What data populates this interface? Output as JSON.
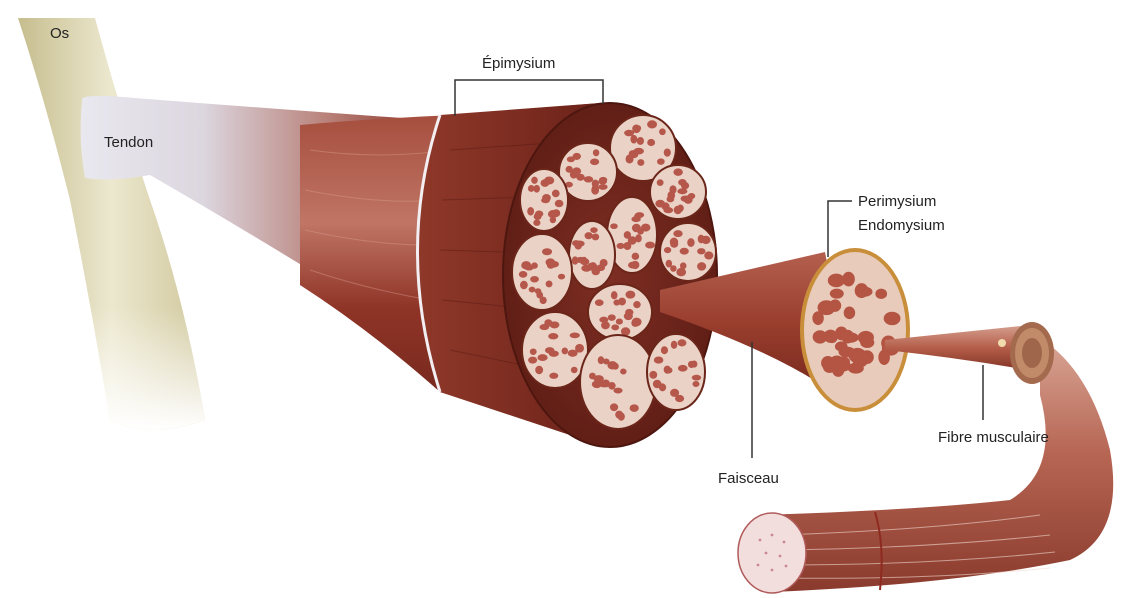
{
  "labels": {
    "os": "Os",
    "tendon": "Tendon",
    "epimysium": "Épimysium",
    "perimysium": "Perimysium",
    "endomysium": "Endomysium",
    "faisceau": "Faisceau",
    "fibre_musculaire": "Fibre musculaire"
  },
  "colors": {
    "muscle_dark": "#7a2a1e",
    "muscle_mid": "#9c3c2c",
    "muscle_light": "#c8715e",
    "fascicle_fill": "#ead2c6",
    "fiber_cell": "#b5574a",
    "bone": "#ddd7b4",
    "tendon": "#e4e2ea",
    "leader_line": "#333333"
  }
}
